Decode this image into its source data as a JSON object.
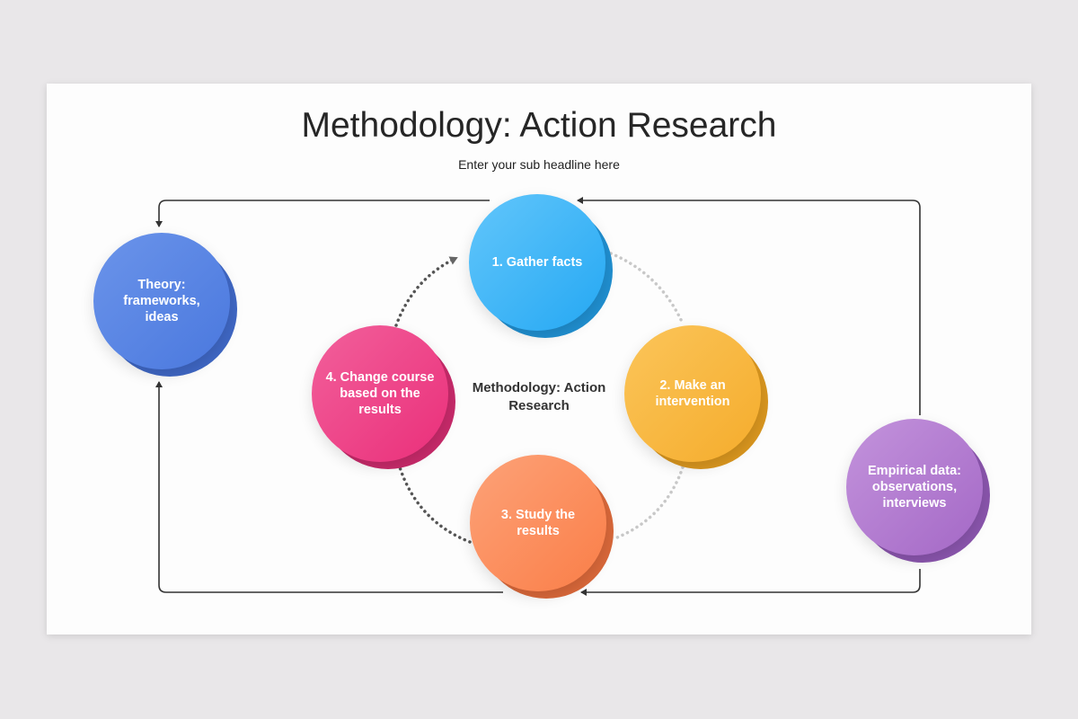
{
  "title": "Methodology: Action Research",
  "subtitle": "Enter your sub headline here",
  "center_label": "Methodology: Action Research",
  "nodes": {
    "theory": {
      "label": "Theory: frameworks, ideas",
      "color": "#4f7de0"
    },
    "gather": {
      "label": "1. Gather facts",
      "color": "#2eaff5"
    },
    "intervention": {
      "label": "2. Make an intervention",
      "color": "#f6b23a"
    },
    "study": {
      "label": "3. Study the results",
      "color": "#f98450"
    },
    "change": {
      "label": "4. Change course based on the results",
      "color": "#ec3c83"
    },
    "empirical": {
      "label": "Empirical data: observations, interviews",
      "color": "#a56bc8"
    }
  }
}
